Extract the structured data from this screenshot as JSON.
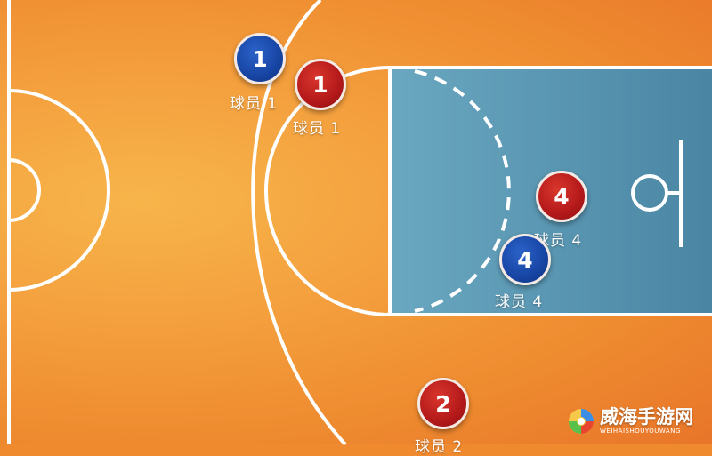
{
  "players": [
    {
      "id": "blue-1",
      "team": "blue",
      "number": "1",
      "label": "球员 1"
    },
    {
      "id": "red-1",
      "team": "red",
      "number": "1",
      "label": "球员 1"
    },
    {
      "id": "red-4",
      "team": "red",
      "number": "4",
      "label": "球员 4"
    },
    {
      "id": "blue-4",
      "team": "blue",
      "number": "4",
      "label": "球员 4"
    },
    {
      "id": "red-2",
      "team": "red",
      "number": "2",
      "label": "球员 2"
    }
  ],
  "colors": {
    "court": "#f4a03e",
    "paint": "#5d9ab8",
    "lines": "#ffffff",
    "red_team": "#b3191a",
    "blue_team": "#1745a3"
  },
  "watermark": {
    "title": "威海手游网",
    "subtitle": "WEIHAISHOUYOUWANG",
    "icon": "swirl-logo-icon"
  }
}
